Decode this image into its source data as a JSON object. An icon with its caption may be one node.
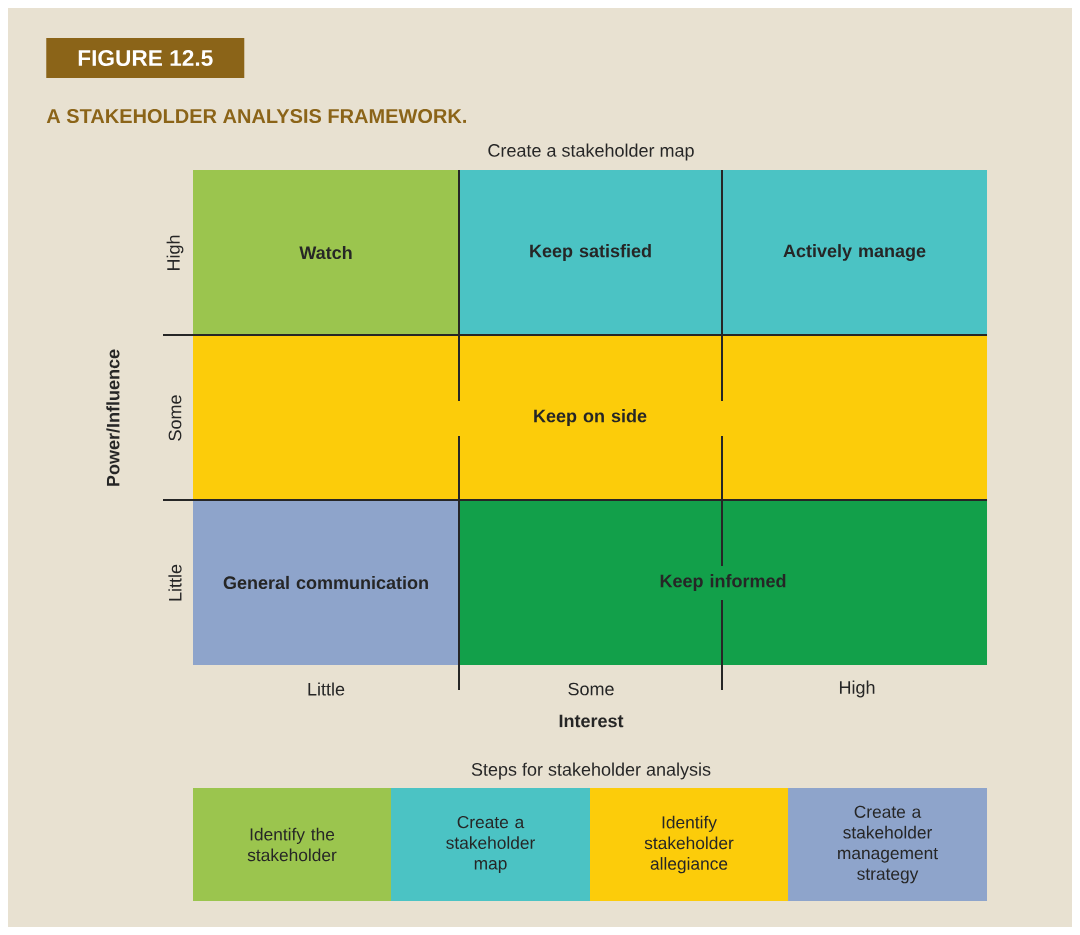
{
  "diagram": {
    "title": "FIGURE 12.5",
    "caption": "A STAKEHOLDER ANALYSIS FRAMEWORK.",
    "nodes": [
      {
        "text": [
          "Watch"
        ]
      },
      {
        "text": [
          "Keep satisfied"
        ]
      },
      {
        "text": [
          "Actively manage"
        ]
      },
      {
        "text": [
          "Keep on side"
        ]
      },
      {
        "text": [
          "General communication"
        ]
      },
      {
        "text": [
          "Keep informed"
        ]
      },
      {
        "text": [
          "Identify the stakeholder"
        ]
      },
      {
        "text": [
          "Create a stakeholder map"
        ]
      },
      {
        "text": [
          "Identify stakeholder allegiance"
        ]
      },
      {
        "text": [
          "Create a stakeholder management strategy"
        ]
      }
    ],
    "labels": [
      "Create a stakeholder map",
      "High",
      "Some",
      "Little",
      "Power/Influence",
      "Little",
      "Some",
      "High",
      "Interest",
      "Steps for stakeholder analysis"
    ]
  }
}
